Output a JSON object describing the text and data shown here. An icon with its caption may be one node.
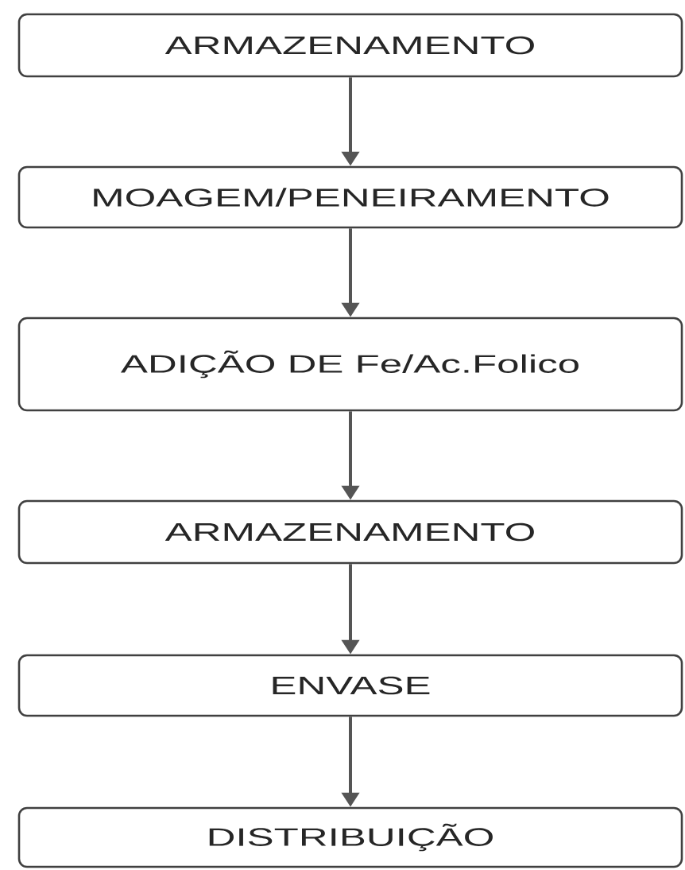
{
  "diagram": {
    "nodes": [
      {
        "text": [
          "ARMAZENAMENTO"
        ]
      },
      {
        "text": [
          "MOAGEM/PENEIRAMENTO"
        ]
      },
      {
        "text": [
          "ADIÇÃO DE Fe/Ac.Folico"
        ]
      },
      {
        "text": [
          "ARMAZENAMENTO"
        ]
      },
      {
        "text": [
          "ENVASE"
        ]
      },
      {
        "text": [
          "DISTRIBUIÇÃO"
        ]
      }
    ],
    "edges": [
      {
        "from": 0,
        "to": 1,
        "arrow": "to"
      },
      {
        "from": 1,
        "to": 2,
        "arrow": "to"
      },
      {
        "from": 2,
        "to": 3,
        "arrow": "to"
      },
      {
        "from": 3,
        "to": 4,
        "arrow": "to"
      },
      {
        "from": 4,
        "to": 5,
        "arrow": "to"
      }
    ]
  }
}
